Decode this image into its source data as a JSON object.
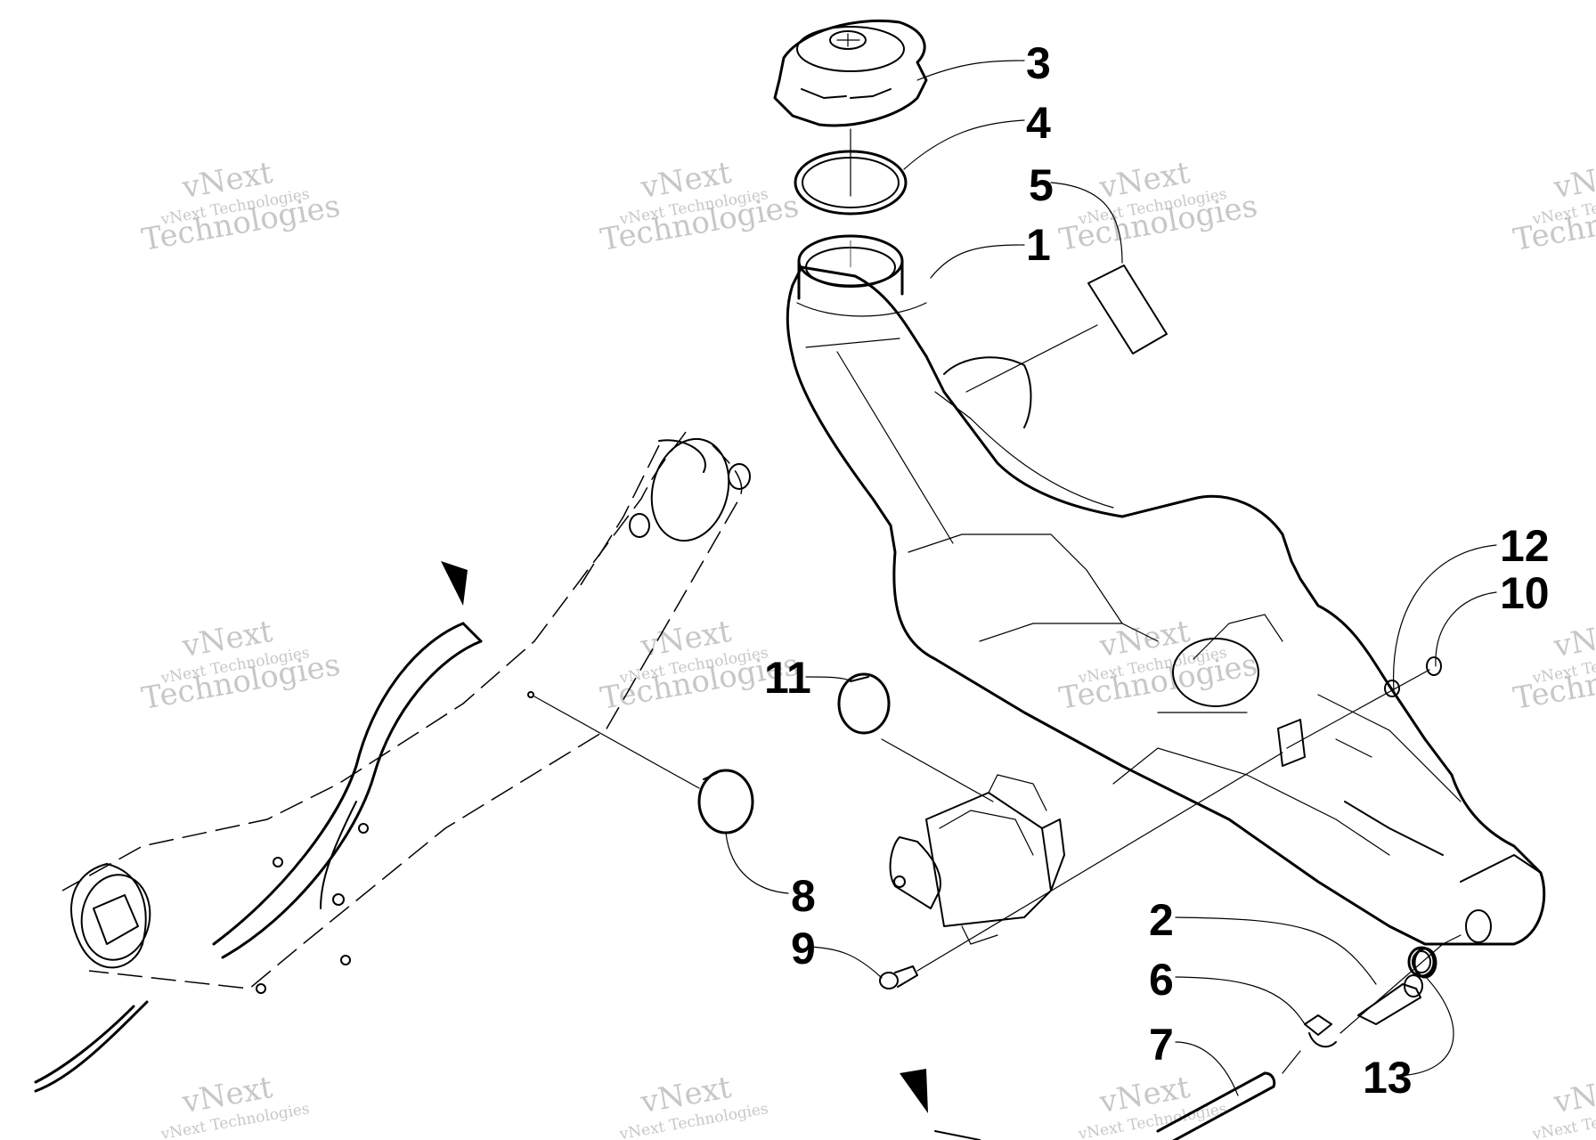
{
  "diagram": {
    "watermark_text": "vNext Technologies",
    "watermark_big_line1": "vNext",
    "watermark_big_line2": "Technologies",
    "part_labels": [
      "1",
      "2",
      "3",
      "4",
      "5",
      "6",
      "7",
      "8",
      "9",
      "10",
      "11",
      "12",
      "13"
    ],
    "colors": {
      "line": "#000000",
      "watermark": "#9a9a9a",
      "background": "#ffffff"
    }
  }
}
